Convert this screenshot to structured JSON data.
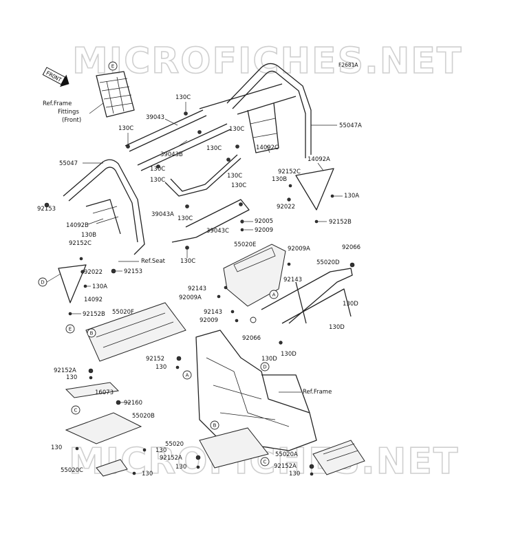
{
  "diagram_code": "F2681A",
  "watermark": "MICROFICHES.NET",
  "front_tag": "FRONT",
  "notes": {
    "ref_frame_fittings": [
      "Ref.Frame",
      "Fittings",
      "(Front)"
    ],
    "ref_seat": "Ref.Seat",
    "ref_frame": "Ref.Frame"
  },
  "circle_refs": [
    "A",
    "B",
    "C",
    "D",
    "E"
  ],
  "parts": [
    "39043",
    "39043B",
    "39043A",
    "39043C",
    "55047",
    "55047A",
    "14092",
    "14092A",
    "14092B",
    "14092C",
    "92153",
    "92152B",
    "92152C",
    "92152",
    "92152A",
    "92022",
    "92005",
    "92009",
    "92009A",
    "92066",
    "92143",
    "92160",
    "130",
    "130A",
    "130B",
    "130C",
    "130D",
    "55020",
    "55020A",
    "55020B",
    "55020C",
    "55020D",
    "55020E",
    "55020F",
    "16073"
  ]
}
